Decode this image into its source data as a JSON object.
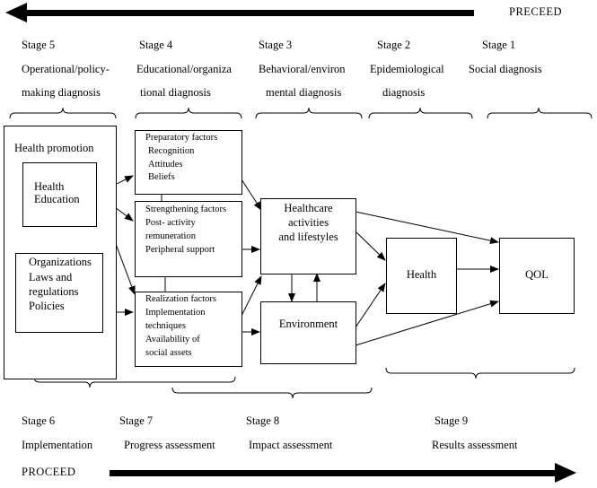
{
  "top_arrow_label": "PRECEED",
  "bottom_arrow_label": "PROCEED",
  "stages_top": [
    {
      "stage": "Stage 5",
      "line1": "Operational/policy-",
      "line2": "making diagnosis"
    },
    {
      "stage": "Stage 4",
      "line1": "Educational/organiza",
      "line2": "tional diagnosis"
    },
    {
      "stage": "Stage 3",
      "line1": "Behavioral/environ",
      "line2": "mental diagnosis"
    },
    {
      "stage": "Stage 2",
      "line1": "Epidemiological",
      "line2": "diagnosis"
    },
    {
      "stage": "Stage 1",
      "line1": "Social diagnosis",
      "line2": ""
    }
  ],
  "stages_bottom": [
    {
      "stage": "Stage 6",
      "label": "Implementation"
    },
    {
      "stage": "Stage 7",
      "label": "Progress assessment"
    },
    {
      "stage": "Stage 8",
      "label": "Impact assessment"
    },
    {
      "stage": "Stage 9",
      "label": "Results assessment"
    }
  ],
  "health_promotion": {
    "title": "Health promotion",
    "health_education": [
      "Health",
      "Education"
    ],
    "organizations": [
      "Organizations",
      "Laws and",
      "regulations",
      "Policies"
    ]
  },
  "factors": {
    "preparatory": [
      "Preparatory factors",
      "Recognition",
      "Attitudes",
      "Beliefs"
    ],
    "strengthening": [
      "Strengthening factors",
      "Post- activity",
      "remuneration",
      "Peripheral support"
    ],
    "realization": [
      "Realization factors",
      "Implementation",
      "techniques",
      "Availability of",
      "social assets"
    ]
  },
  "healthcare": [
    "Healthcare",
    "activities",
    "and lifestyles"
  ],
  "environment": "Environment",
  "health": "Health",
  "qol": "QOL"
}
